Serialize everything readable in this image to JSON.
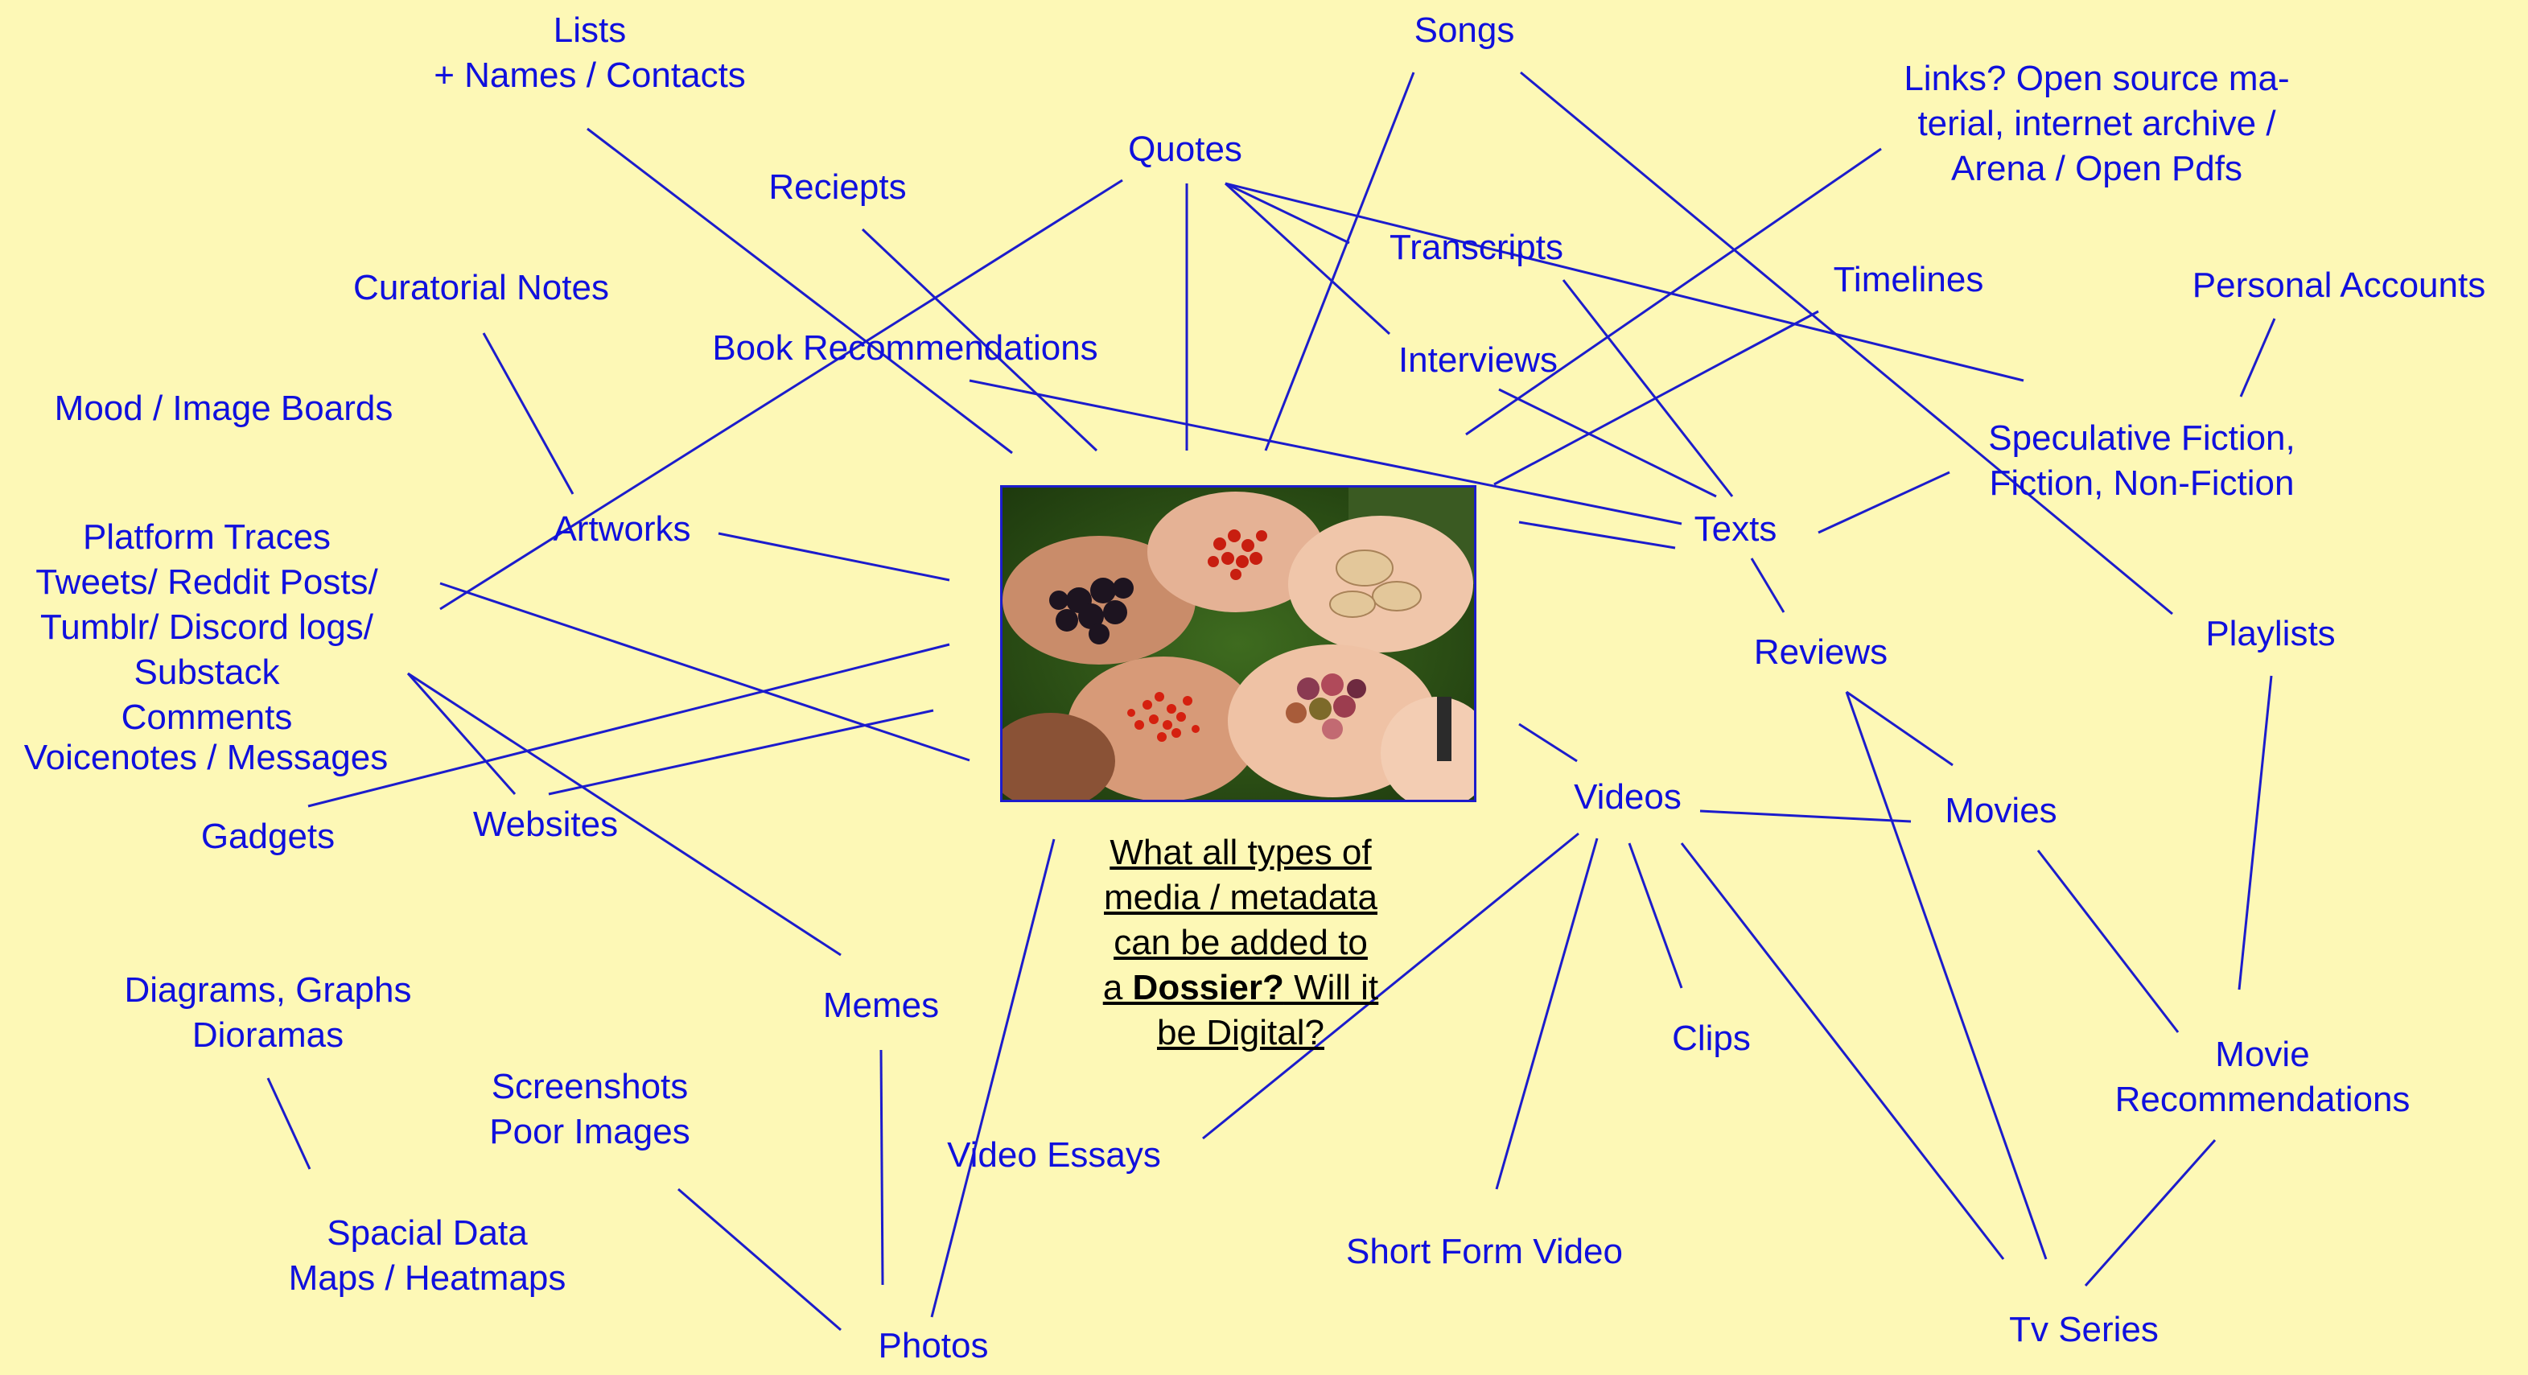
{
  "colors": {
    "background": "#fdf8b6",
    "label_text": "#1010dd",
    "connector_line": "#1c1ccc",
    "question_text": "#000000"
  },
  "center_image": {
    "icon": "hands-holding-berries-photo"
  },
  "question": {
    "line1": "What all types of",
    "line2": "media / metadata",
    "line3": "can be added to",
    "line4_prefix": "a ",
    "line4_bold": "Dossier?",
    "line4_suffix": " Will it",
    "line5": "be Digital?"
  },
  "nodes": {
    "lists": "Lists\n+ Names / Contacts",
    "songs": "Songs",
    "links": "Links? Open source ma-\nterial, internet archive /\nArena / Open Pdfs",
    "quotes": "Quotes",
    "reciepts": "Reciepts",
    "transcripts": "Transcripts",
    "timelines": "Timelines",
    "personal_accounts": "Personal Accounts",
    "curatorial_notes": "Curatorial Notes",
    "book_recommendations": "Book Recommendations",
    "interviews": "Interviews",
    "mood_boards": "Mood / Image Boards",
    "speculative_fiction": "Speculative Fiction,\nFiction, Non-Fiction",
    "platform_traces": "Platform Traces\nTweets/ Reddit Posts/\nTumblr/ Discord logs/\nSubstack\nComments",
    "voicenotes": "Voicenotes / Messages",
    "artworks": "Artworks",
    "texts": "Texts",
    "reviews": "Reviews",
    "playlists": "Playlists",
    "gadgets": "Gadgets",
    "websites": "Websites",
    "videos": "Videos",
    "movies": "Movies",
    "diagrams": "Diagrams, Graphs\nDioramas",
    "memes": "Memes",
    "clips": "Clips",
    "movie_recommendations": "Movie\nRecommendations",
    "screenshots": "Screenshots\nPoor Images",
    "video_essays": "Video Essays",
    "spacial_data": "Spacial Data\nMaps / Heatmaps",
    "short_form_video": "Short Form Video",
    "photos": "Photos",
    "tv_series": "Tv Series"
  }
}
